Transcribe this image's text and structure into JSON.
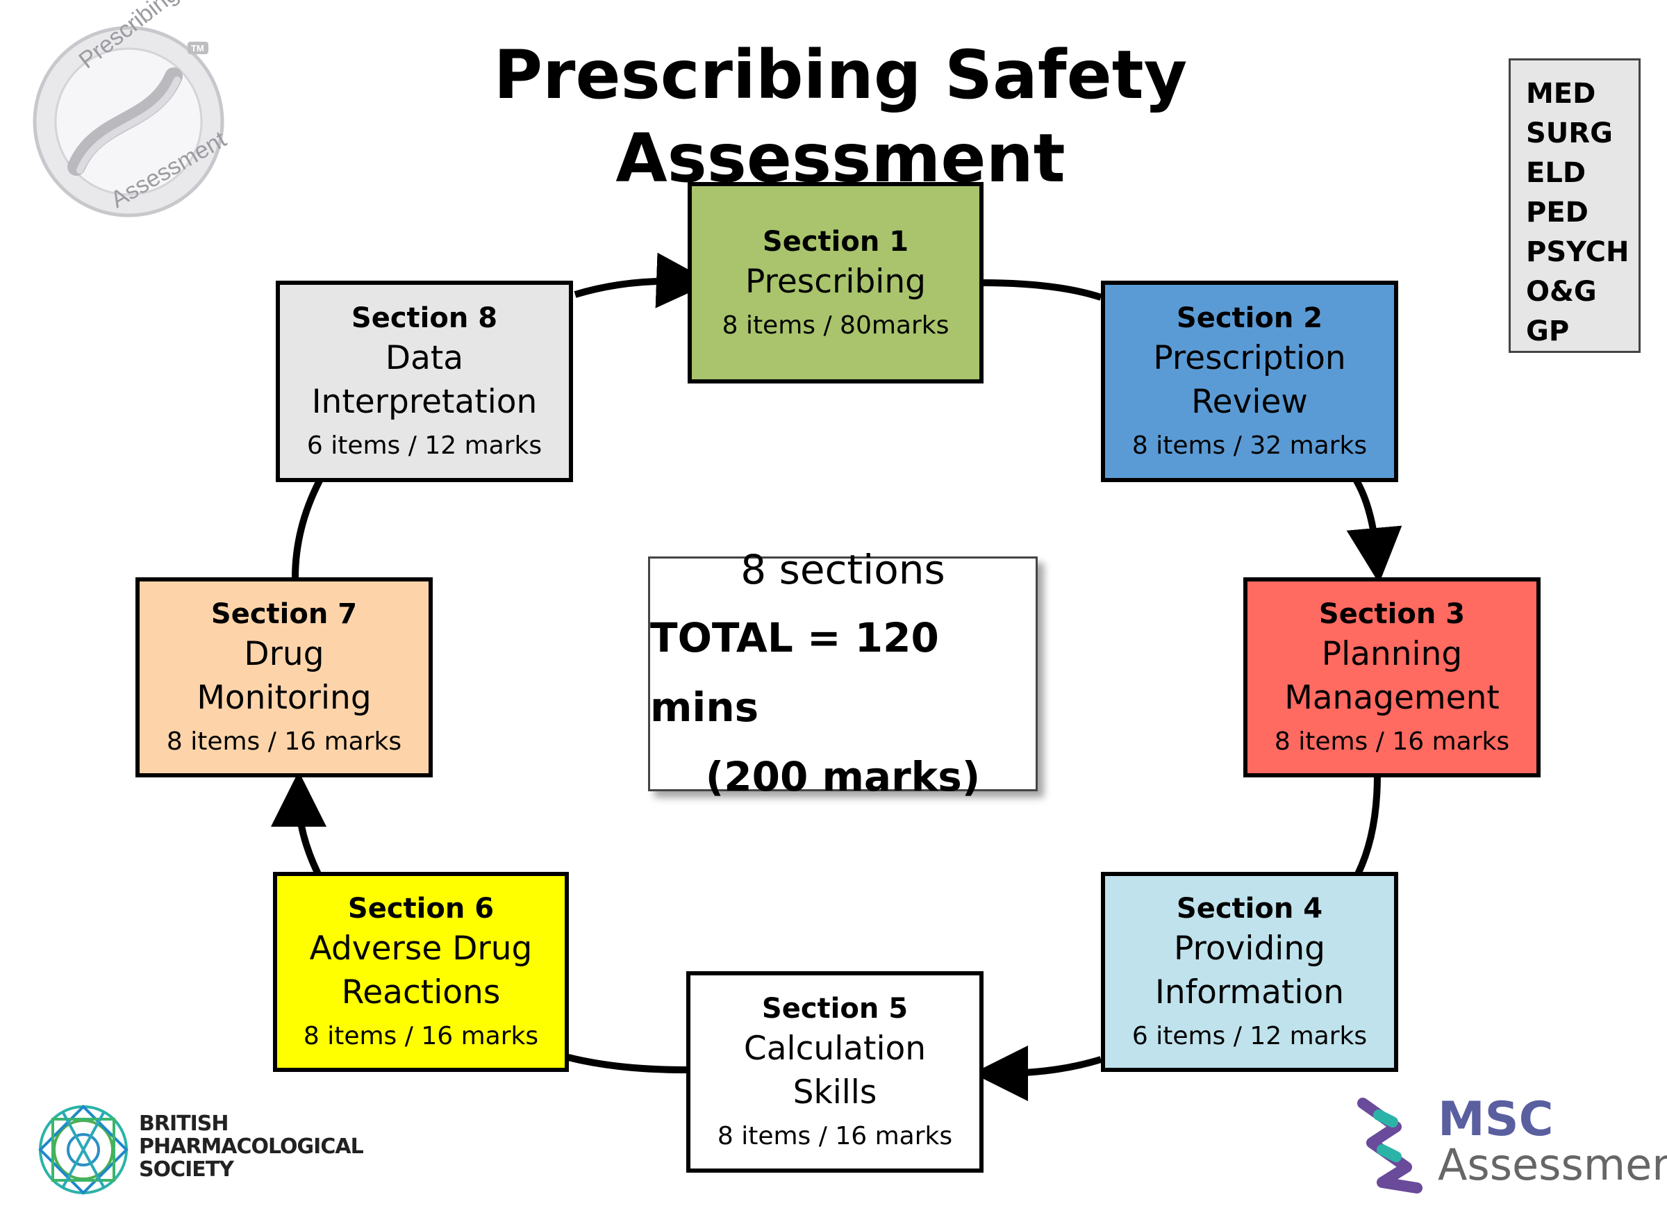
{
  "title": "Prescribing Safety Assessment",
  "logo_psa": {
    "text_top": "Prescribing Safety",
    "text_bottom": "Assessment",
    "tm": "TM"
  },
  "sections": [
    {
      "num": "Section 1",
      "name_lines": [
        "Prescribing"
      ],
      "items": "8 items / 80marks",
      "color": "#a9c46c"
    },
    {
      "num": "Section 2",
      "name_lines": [
        "Prescription",
        "Review"
      ],
      "items": "8 items / 32 marks",
      "color": "#5b9bd5"
    },
    {
      "num": "Section 3",
      "name_lines": [
        "Planning",
        "Management"
      ],
      "items": "8 items / 16 marks",
      "color": "#ff6a61"
    },
    {
      "num": "Section 4",
      "name_lines": [
        "Providing",
        "Information"
      ],
      "items": "6 items / 12 marks",
      "color": "#bfe2ec"
    },
    {
      "num": "Section 5",
      "name_lines": [
        "Calculation",
        "Skills"
      ],
      "items": "8 items / 16 marks",
      "color": "#ffffff"
    },
    {
      "num": "Section 6",
      "name_lines": [
        "Adverse Drug",
        "Reactions"
      ],
      "items": "8 items / 16 marks",
      "color": "#ffff00"
    },
    {
      "num": "Section 7",
      "name_lines": [
        "Drug",
        "Monitoring"
      ],
      "items": "8 items / 16 marks",
      "color": "#fdd4a9"
    },
    {
      "num": "Section 8",
      "name_lines": [
        "Data",
        "Interpretation"
      ],
      "items": "6 items / 12 marks",
      "color": "#e6e6e6"
    }
  ],
  "total": {
    "sections": "8 sections",
    "time": "TOTAL = 120 mins",
    "marks": "(200 marks)"
  },
  "specialties": [
    "MED",
    "SURG",
    "ELD",
    "PED",
    "PSYCH",
    "O&G",
    "GP"
  ],
  "bps_logo": {
    "lines": [
      "BRITISH",
      "PHARMACOLOGICAL",
      "SOCIETY"
    ]
  },
  "msc_logo": {
    "brand": "MSC",
    "sub": "Assessment"
  }
}
